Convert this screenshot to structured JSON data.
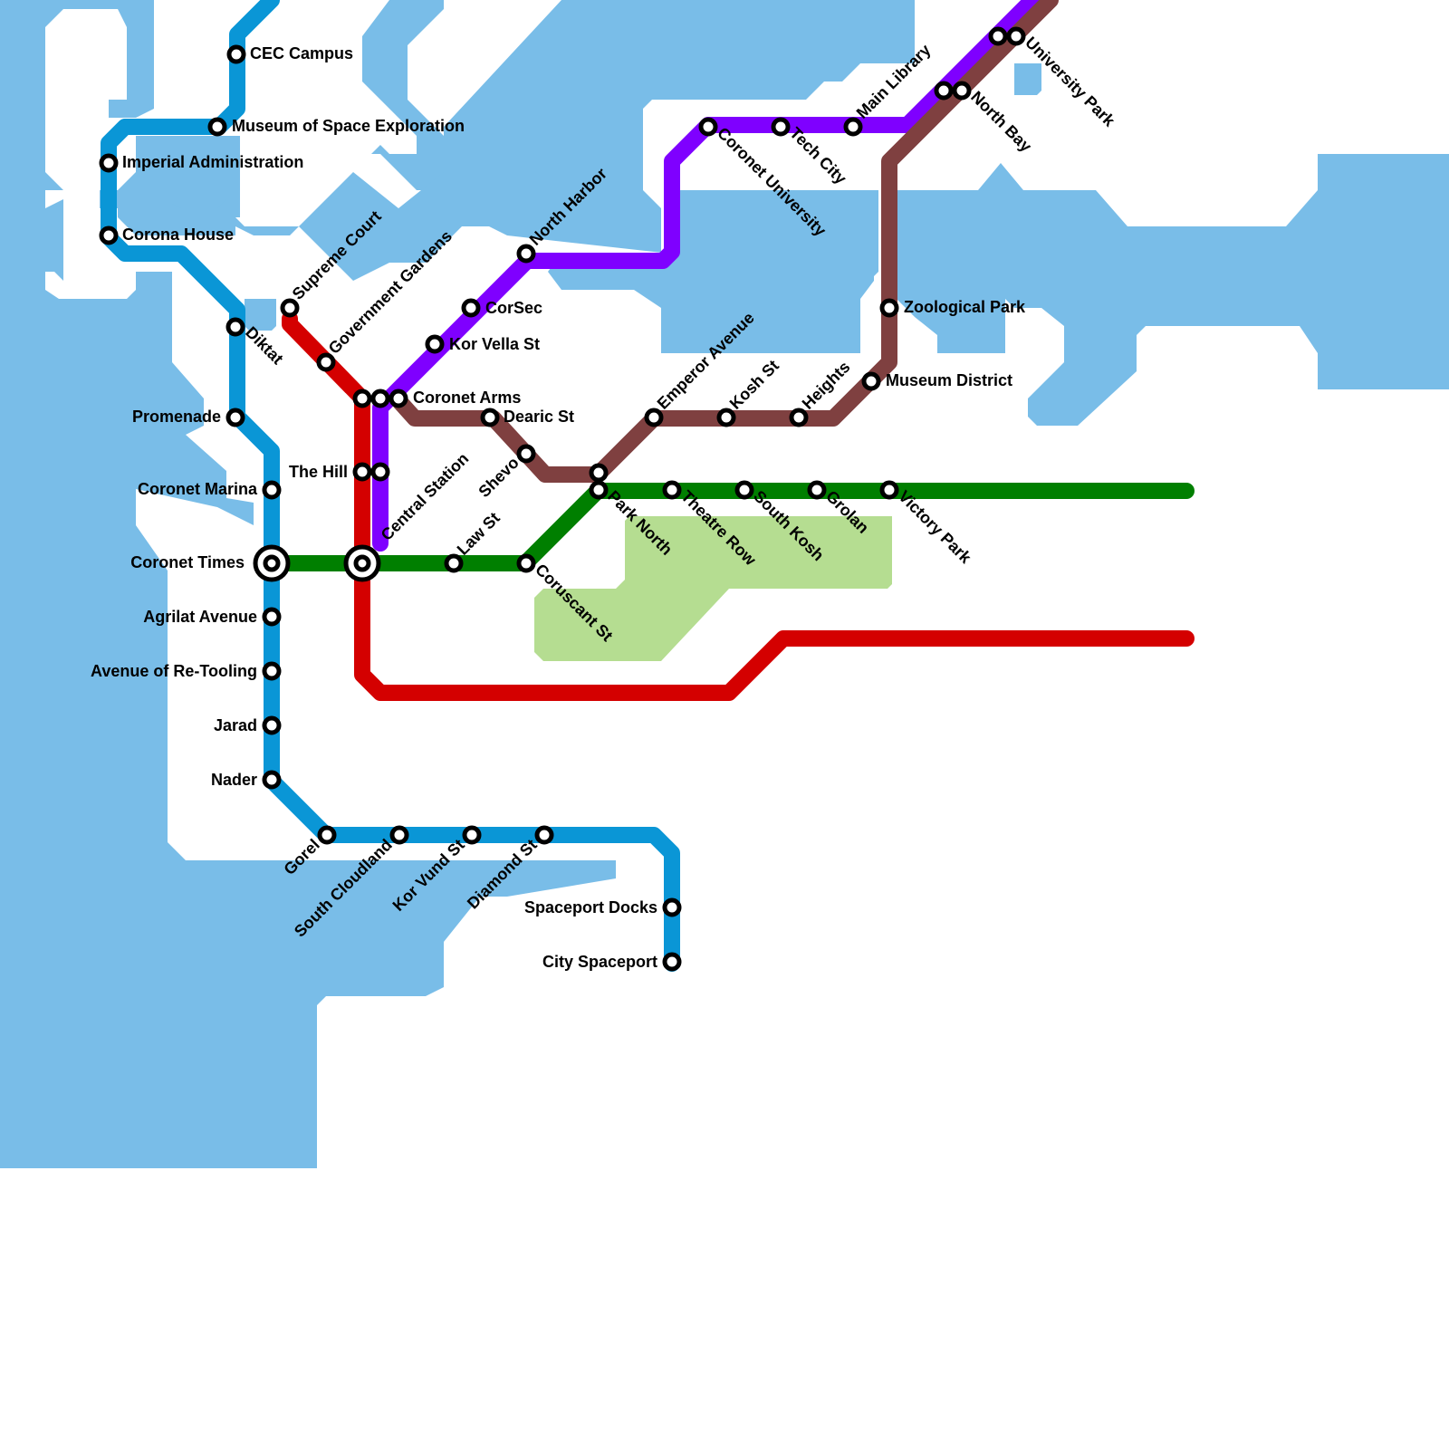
{
  "map": {
    "colors": {
      "water": "#79bde8",
      "park": "#b5dd91",
      "background": "#ffffff"
    },
    "lines": [
      {
        "id": "blue",
        "name": "Blue Line",
        "color": "#0a96d6"
      },
      {
        "id": "red",
        "name": "Red Line",
        "color": "#d40000"
      },
      {
        "id": "purple",
        "name": "Purple Line",
        "color": "#7f00ff"
      },
      {
        "id": "brown",
        "name": "Brown Line",
        "color": "#7f4040"
      },
      {
        "id": "green",
        "name": "Green Line",
        "color": "#007f00"
      }
    ],
    "stations": {
      "cec_campus": "CEC Campus",
      "museum_space": "Museum of Space Exploration",
      "imperial_admin": "Imperial Administration",
      "corona_house": "Corona House",
      "diktat": "Diktat",
      "promenade": "Promenade",
      "coronet_marina": "Coronet Marina",
      "coronet_times": "Coronet Times",
      "agrilat_avenue": "Agrilat Avenue",
      "avenue_retooling": "Avenue of Re-Tooling",
      "jarad": "Jarad",
      "nader": "Nader",
      "gorel": "Gorel",
      "south_cloudland": "South Cloudland",
      "kor_vund_st": "Kor Vund St",
      "diamond_st": "Diamond St",
      "spaceport_docks": "Spaceport Docks",
      "city_spaceport": "City Spaceport",
      "supreme_court": "Supreme Court",
      "government_gardens": "Government Gardens",
      "coronet_arms": "Coronet Arms",
      "the_hill": "The Hill",
      "central_station": "Central Station",
      "kor_vella_st": "Kor Vella St",
      "corsec": "CorSec",
      "north_harbor": "North Harbor",
      "coronet_university": "Coronet University",
      "tech_city": "Tech City",
      "main_library": "Main Library",
      "north_bay": "North Bay",
      "university_park": "University Park",
      "dearic_st": "Dearic St",
      "shevo": "Shevo",
      "emperor_avenue": "Emperor Avenue",
      "kosh_st": "Kosh St",
      "heights": "Heights",
      "museum_district": "Museum District",
      "zoological_park": "Zoological Park",
      "law_st": "Law St",
      "coruscant_st": "Coruscant St",
      "park_north": "Park North",
      "theatre_row": "Theatre Row",
      "south_kosh": "South Kosh",
      "grolan": "Grolan",
      "victory_park": "Victory Park"
    }
  }
}
